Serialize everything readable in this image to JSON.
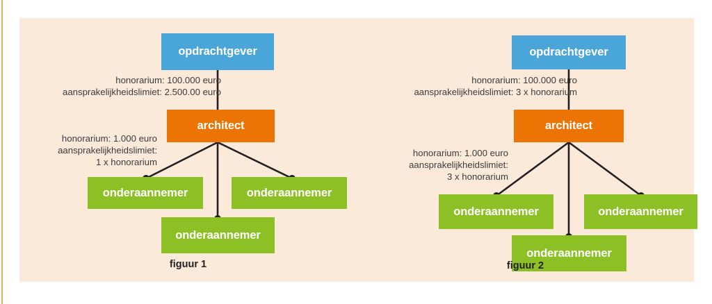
{
  "palette": {
    "page_background": "#ffffff",
    "panel_background": "#fbe9da",
    "left_rule": "#f0a95a",
    "client_box": "#4aa5d8",
    "architect_box": "#ec7404",
    "subcontractor_box": "#8cc024",
    "connector_line": "#231f20",
    "annotation_text": "#3b3b3b",
    "caption_text": "#231f20"
  },
  "figures": [
    {
      "caption": "figuur 1",
      "nodes": {
        "client": "opdrachtgever",
        "architect": "architect",
        "sub_left": "onderaannemer",
        "sub_right": "onderaannemer",
        "sub_mid": "onderaannemer"
      },
      "annotations": {
        "client_to_architect": "honorarium: 100.000 euro\naansprakelijkheidslimiet: 2.500.00 euro",
        "architect_to_subs": "honorarium: 1.000 euro\naansprakelijkheidslimiet:\n1 x honorarium"
      }
    },
    {
      "caption": "figuur 2",
      "nodes": {
        "client": "opdrachtgever",
        "architect": "architect",
        "sub_left": "onderaannemer",
        "sub_right": "onderaannemer",
        "sub_mid": "onderaannemer"
      },
      "annotations": {
        "client_to_architect": "honorarium: 100.000 euro\naansprakelijkheidslimiet: 3 x honorarium",
        "architect_to_subs": "honorarium: 1.000 euro\naansprakelijkheidslimiet:\n3 x honorarium"
      }
    }
  ]
}
